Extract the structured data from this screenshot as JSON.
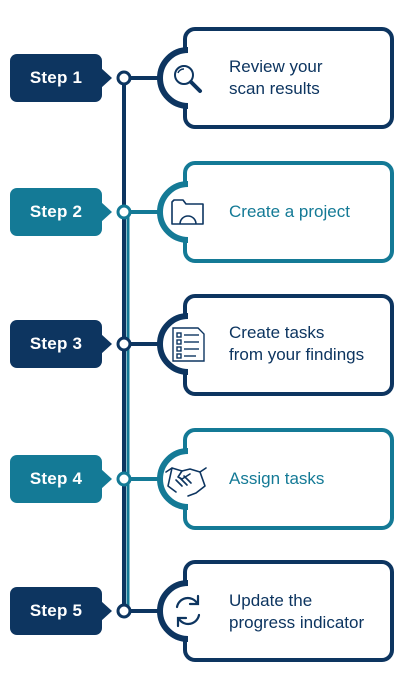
{
  "colors": {
    "dark": "#0d3560",
    "teal": "#147a96",
    "white": "#ffffff"
  },
  "steps": [
    {
      "label": "Step 1",
      "text": "Review your\nscan results",
      "icon": "magnifier-icon",
      "color": "#0d3560"
    },
    {
      "label": "Step 2",
      "text": "Create a project",
      "icon": "folder-icon",
      "color": "#147a96"
    },
    {
      "label": "Step 3",
      "text": "Create tasks\nfrom your findings",
      "icon": "checklist-icon",
      "color": "#0d3560"
    },
    {
      "label": "Step 4",
      "text": "Assign tasks",
      "icon": "handshake-icon",
      "color": "#147a96"
    },
    {
      "label": "Step 5",
      "text": "Update the\nprogress indicator",
      "icon": "refresh-icon",
      "color": "#0d3560"
    }
  ]
}
